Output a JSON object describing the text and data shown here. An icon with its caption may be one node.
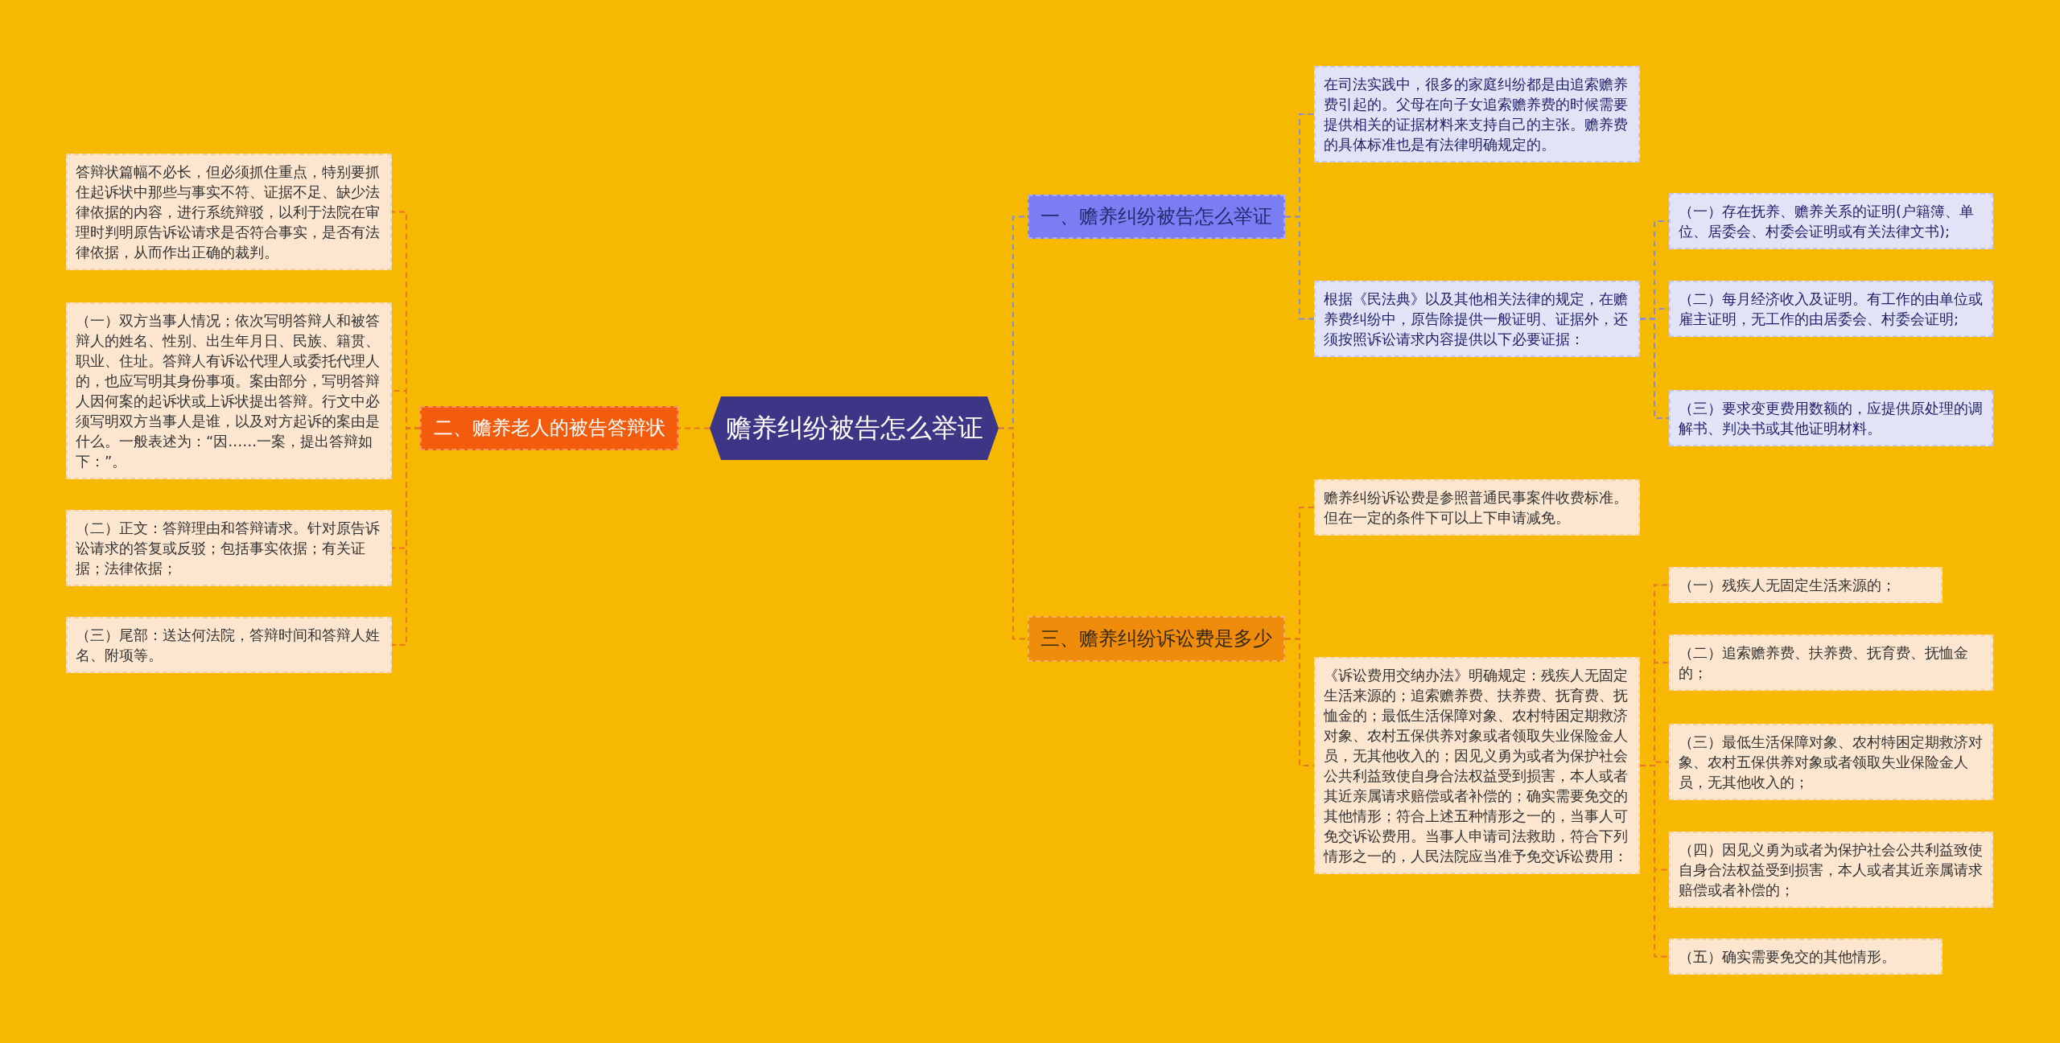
{
  "diagram": {
    "nodes": [
      {
        "text": [
          "赡养纠纷被告怎么举证"
        ]
      },
      {
        "text": [
          "一、赡养纠纷被告怎么举证"
        ]
      },
      {
        "text": [
          "在司法实践中，很多的家庭纠纷都是由追索赡养费引起的。父母在向子女追索赡养费的时候需要提供相关的证据材料来支持自己的主张。赡养费的具体标准也是有法律明确规定的。"
        ]
      },
      {
        "text": [
          "根据《民法典》以及其他相关法律的规定，在赡养费纠纷中，原告除提供一般证明、证据外，还须按照诉讼请求内容提供以下必要证据："
        ]
      },
      {
        "text": [
          "（一）存在抚养、赡养关系的证明(户籍簿、单位、居委会、村委会证明或有关法律文书);"
        ]
      },
      {
        "text": [
          "（二）每月经济收入及证明。有工作的由单位或雇主证明，无工作的由居委会、村委会证明;"
        ]
      },
      {
        "text": [
          "（三）要求变更费用数额的，应提供原处理的调解书、判决书或其他证明材料。"
        ]
      },
      {
        "text": [
          "二、赡养老人的被告答辩状"
        ]
      },
      {
        "text": [
          "答辩状篇幅不必长，但必须抓住重点，特别要抓住起诉状中那些与事实不符、证据不足、缺少法律依据的内容，进行系统辩驳，以利于法院在审理时判明原告诉讼请求是否符合事实，是否有法律依据，从而作出正确的裁判。"
        ]
      },
      {
        "text": [
          "（一）双方当事人情况；依次写明答辩人和被答辩人的姓名、性别、出生年月日、民族、籍贯、职业、住址。答辩人有诉讼代理人或委托代理人的，也应写明其身份事项。案由部分，写明答辩人因何案的起诉状或上诉状提出答辩。行文中必须写明双方当事人是谁，以及对方起诉的案由是什么。一般表述为：“因……一案，提出答辩如下：”。"
        ]
      },
      {
        "text": [
          "（二）正文：答辩理由和答辩请求。针对原告诉讼请求的答复或反驳；包括事实依据；有关证据；法律依据；"
        ]
      },
      {
        "text": [
          "（三）尾部：送达何法院，答辩时间和答辩人姓名、附项等。"
        ]
      },
      {
        "text": [
          "三、赡养纠纷诉讼费是多少"
        ]
      },
      {
        "text": [
          "赡养纠纷诉讼费是参照普通民事案件收费标准。但在一定的条件下可以上下申请减免。"
        ]
      },
      {
        "text": [
          "《诉讼费用交纳办法》明确规定：残疾人无固定生活来源的；追索赡养费、扶养费、抚育费、抚恤金的；最低生活保障对象、农村特困定期救济对象、农村五保供养对象或者领取失业保险金人员，无其他收入的；因见义勇为或者为保护社会公共利益致使自身合法权益受到损害，本人或者其近亲属请求赔偿或者补偿的；确实需要免交的其他情形；符合上述五种情形之一的，当事人可免交诉讼费用。当事人申请司法救助，符合下列情形之一的，人民法院应当准予免交诉讼费用："
        ]
      },
      {
        "text": [
          "（一）残疾人无固定生活来源的；"
        ]
      },
      {
        "text": [
          "（二）追索赡养费、扶养费、抚育费、抚恤金的；"
        ]
      },
      {
        "text": [
          "（三）最低生活保障对象、农村特困定期救济对象、农村五保供养对象或者领取失业保险金人员，无其他收入的；"
        ]
      },
      {
        "text": [
          "（四）因见义勇为或者为保护社会公共利益致使自身合法权益受到损害，本人或者其近亲属请求赔偿或者补偿的；"
        ]
      },
      {
        "text": [
          "（五）确实需要免交的其他情形。"
        ]
      }
    ],
    "edges": [
      {
        "from": 0,
        "to": 1,
        "arrow": "none",
        "color": "#8a8ccf"
      },
      {
        "from": 1,
        "to": 2,
        "arrow": "none",
        "color": "#8a8ccf"
      },
      {
        "from": 1,
        "to": 3,
        "arrow": "none",
        "color": "#8a8ccf"
      },
      {
        "from": 3,
        "to": 4,
        "arrow": "none",
        "color": "#8a8ccf"
      },
      {
        "from": 3,
        "to": 5,
        "arrow": "none",
        "color": "#8a8ccf"
      },
      {
        "from": 3,
        "to": 6,
        "arrow": "none",
        "color": "#8a8ccf"
      },
      {
        "from": 0,
        "to": 7,
        "arrow": "none"
      },
      {
        "from": 7,
        "to": 8,
        "arrow": "none"
      },
      {
        "from": 7,
        "to": 9,
        "arrow": "none"
      },
      {
        "from": 7,
        "to": 10,
        "arrow": "none"
      },
      {
        "from": 7,
        "to": 11,
        "arrow": "none"
      },
      {
        "from": 0,
        "to": 12,
        "arrow": "none"
      },
      {
        "from": 12,
        "to": 13,
        "arrow": "none"
      },
      {
        "from": 12,
        "to": 14,
        "arrow": "none"
      },
      {
        "from": 14,
        "to": 15,
        "arrow": "none"
      },
      {
        "from": 14,
        "to": 16,
        "arrow": "none"
      },
      {
        "from": 14,
        "to": 17,
        "arrow": "none"
      },
      {
        "from": 14,
        "to": 18,
        "arrow": "none"
      },
      {
        "from": 14,
        "to": 19,
        "arrow": "none"
      }
    ]
  }
}
